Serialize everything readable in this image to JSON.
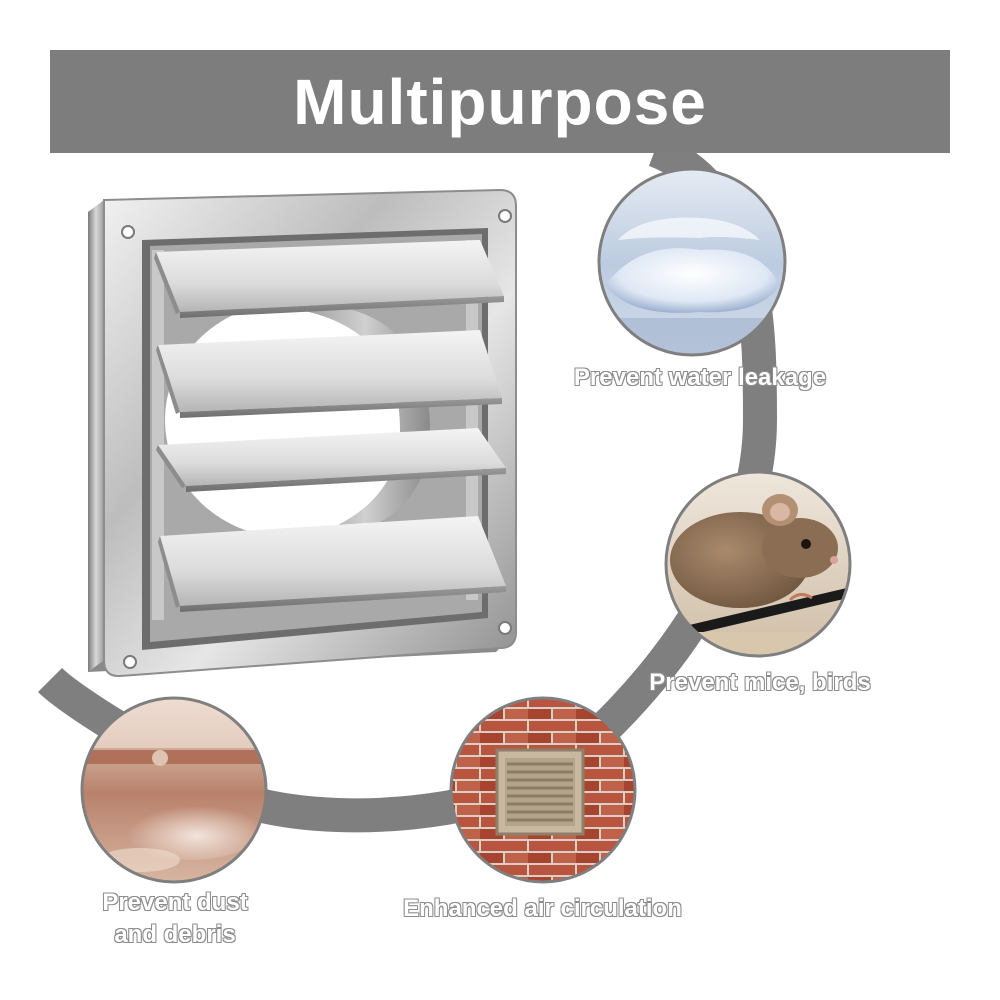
{
  "banner": {
    "title": "Multipurpose"
  },
  "features": {
    "water": {
      "caption": "Prevent water leakage",
      "icon": "water-drop-photo"
    },
    "mice": {
      "caption": "Prevent mice, birds",
      "icon": "mouse-photo"
    },
    "air": {
      "caption": "Enhanced air circulation",
      "icon": "brick-wall-vent-photo"
    },
    "dust": {
      "line1": "Prevent dust",
      "line2": "and debris",
      "icon": "dusty-floor-photo"
    }
  },
  "product": {
    "name": "stainless-louvered-vent-cover"
  },
  "colors": {
    "banner": "#7d7d7d",
    "ring": "#7f7f7f",
    "text_outline": "#8c8c8c"
  }
}
